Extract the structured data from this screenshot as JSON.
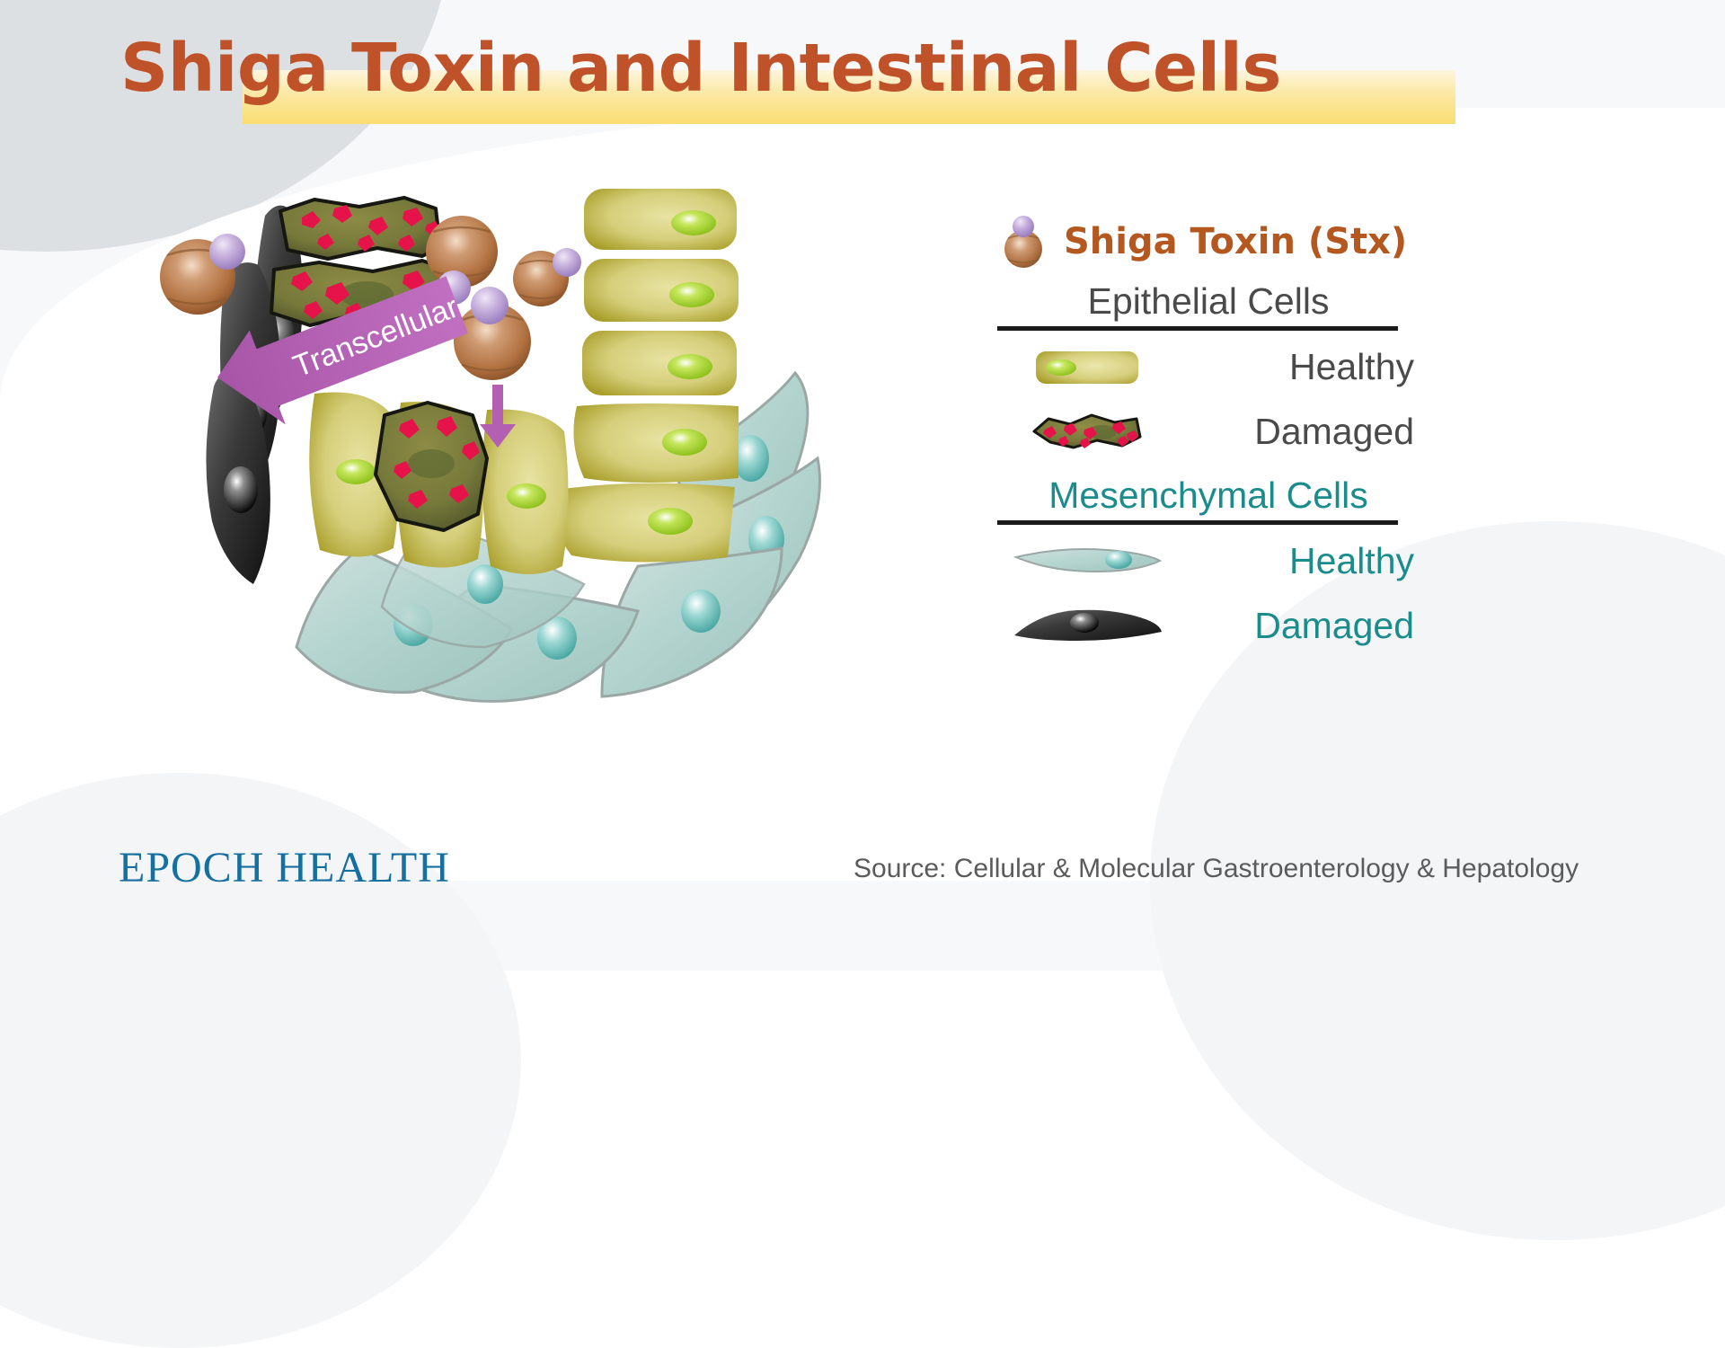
{
  "page": {
    "title": "Shiga Toxin and Intestinal Cells"
  },
  "colors": {
    "title_text": "#c0522a",
    "title_highlight": "#fadd71",
    "stx_label": "#b5581f",
    "epithelial_label": "#4a4a4a",
    "mesenchymal_label": "#1a8c8c",
    "arrow_purple": "#b360b3",
    "brand_blue": "#16709f",
    "source_gray": "#5b5b5b",
    "background": "#f7f8f9",
    "background_blob": "#dde0e3"
  },
  "diagram": {
    "arrow_label": "Transcellular",
    "arrow_icon": "left-arrow-banner",
    "down_arrow_icon": "down-arrow-icon",
    "toxin_icon": "shiga-toxin-icon",
    "healthy_epithelial_icon": "healthy-epithelial-cell-icon",
    "damaged_epithelial_icon": "damaged-epithelial-cell-icon",
    "healthy_mesenchymal_icon": "healthy-mesenchymal-cell-icon",
    "damaged_mesenchymal_icon": "damaged-mesenchymal-cell-icon"
  },
  "legend": {
    "toxin": {
      "icon": "shiga-toxin-icon",
      "label": "Shiga Toxin (Stx)"
    },
    "groups": [
      {
        "heading": "Epithelial Cells",
        "items": [
          {
            "icon": "healthy-epithelial-cell-icon",
            "label": "Healthy"
          },
          {
            "icon": "damaged-epithelial-cell-icon",
            "label": "Damaged"
          }
        ]
      },
      {
        "heading": "Mesenchymal Cells",
        "items": [
          {
            "icon": "healthy-mesenchymal-cell-icon",
            "label": "Healthy"
          },
          {
            "icon": "damaged-mesenchymal-cell-icon",
            "label": "Damaged"
          }
        ]
      }
    ]
  },
  "footer": {
    "brand": "EPOCH HEALTH",
    "source": "Source: Cellular & Molecular Gastroenterology & Hepatology"
  }
}
